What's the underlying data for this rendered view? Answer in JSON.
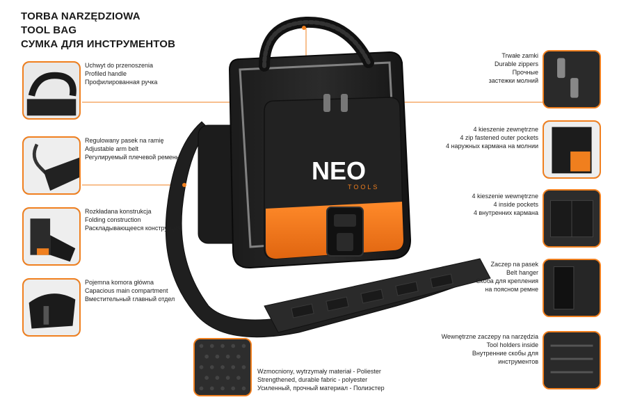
{
  "title": {
    "line1": "TORBA NARZĘDZIOWA",
    "line2": "TOOL BAG",
    "line3": "СУМКА ДЛЯ ИНСТРУМЕНТОВ"
  },
  "brand": {
    "logo_main": "NEO",
    "logo_sub": "TOOLS",
    "accent": "#f07f1e"
  },
  "features_left": [
    {
      "pl": "Uchwyt do przenoszenia",
      "en": "Profiled handle",
      "ru": "Профилированная ручка"
    },
    {
      "pl": "Regulowany pasek na ramię",
      "en": "Adjustable arm belt",
      "ru": "Регулируемый плечевой ремень"
    },
    {
      "pl": "Rozkładana konstrukcja",
      "en": "Folding construction",
      "ru": "Раскладывающееся конструкция"
    },
    {
      "pl": "Pojemna komora główna",
      "en": "Capacious main compartment",
      "ru": "Вместительный главный отдел"
    }
  ],
  "features_right": [
    {
      "pl": "Trwałe zamki",
      "en": "Durable zippers",
      "ru1": "Прочные",
      "ru2": "застежки молний"
    },
    {
      "pl": "4 kieszenie zewnętrzne",
      "en": "4 zip fastened outer pockets",
      "ru1": "4 наружных кармана на молнии",
      "ru2": ""
    },
    {
      "pl": "4 kieszenie wewnętrzne",
      "en": "4 inside pockets",
      "ru1": "4 внутренних кармана",
      "ru2": ""
    },
    {
      "pl": "Zaczep na pasek",
      "en": "Belt hanger",
      "ru1": "Скоба для крепления",
      "ru2": "на поясном ремне"
    },
    {
      "pl": "Wewnętrzne zaczepy na narzędzia",
      "en": "Tool holders inside",
      "ru1": "Внутренние скобы для",
      "ru2": "инструментов"
    }
  ],
  "feature_bottom": {
    "pl": "Wzmocniony, wytrzymały materiał - Poliester",
    "en": "Strengthened, durable fabric - polyester",
    "ru": "Усиленный, прочный материал - Полиэстер"
  },
  "icons": {
    "thumb_handle": "handle-photo",
    "thumb_strap": "strap-hook-photo",
    "thumb_folding": "folding-bag-photo",
    "thumb_main": "main-compartment-photo",
    "thumb_zipper": "zipper-photo",
    "thumb_outer": "outer-pocket-photo",
    "thumb_inner": "inner-pocket-photo",
    "thumb_belt": "belt-hanger-photo",
    "thumb_holders": "tool-holders-photo",
    "thumb_fabric": "fabric-texture-photo"
  }
}
